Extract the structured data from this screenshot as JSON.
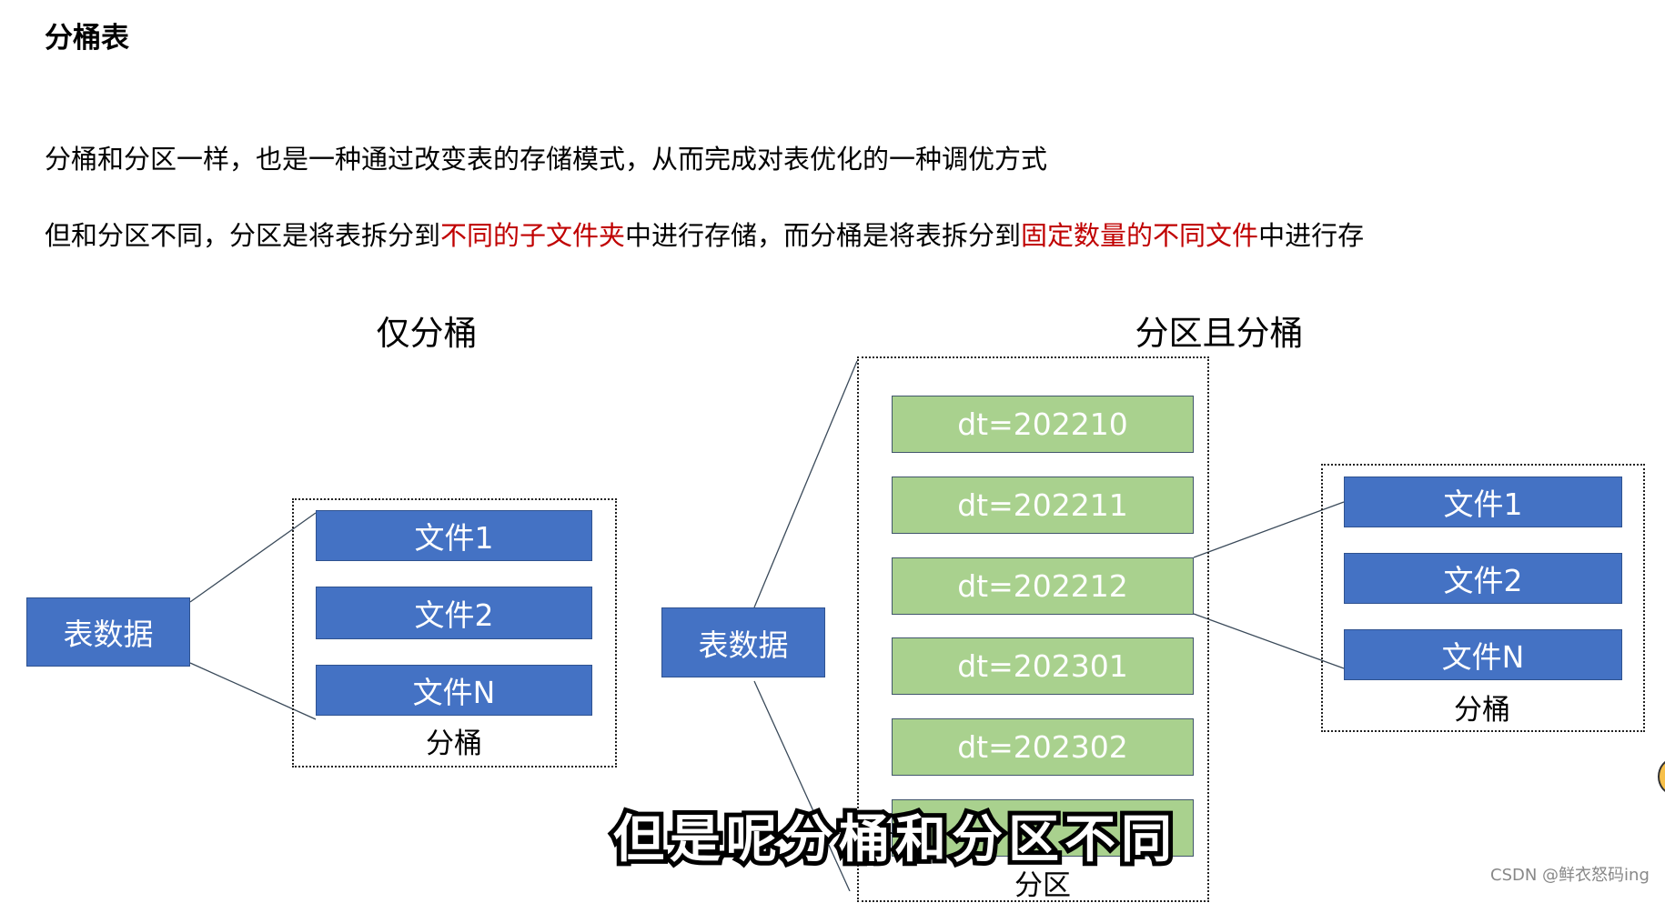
{
  "title": "分桶表",
  "paragraph1": "分桶和分区一样，也是一种通过改变表的存储模式，从而完成对表优化的一种调优方式",
  "paragraph2": {
    "part1": "但和分区不同，分区是将表拆分到",
    "highlight1": "不同的子文件夹",
    "part2": "中进行存储，而分桶是将表拆分到",
    "highlight2": "固定数量的不同文件",
    "part3": "中进行存"
  },
  "diagram_left": {
    "caption": "仅分桶",
    "source": "表数据",
    "files": [
      "文件1",
      "文件2",
      "文件N"
    ],
    "group_label": "分桶"
  },
  "diagram_right": {
    "caption": "分区且分桶",
    "source": "表数据",
    "partitions": [
      "dt=202210",
      "dt=202211",
      "dt=202212",
      "dt=202301",
      "dt=202302"
    ],
    "partition_label": "分区",
    "files": [
      "文件1",
      "文件2",
      "文件N"
    ],
    "bucket_label": "分桶"
  },
  "subtitle": "但是呢分桶和分区不同",
  "watermark": "CSDN @鲜衣怒码ing",
  "colors": {
    "blue": "#4472C4",
    "green": "#A9D18E",
    "highlight": "#C00000"
  }
}
